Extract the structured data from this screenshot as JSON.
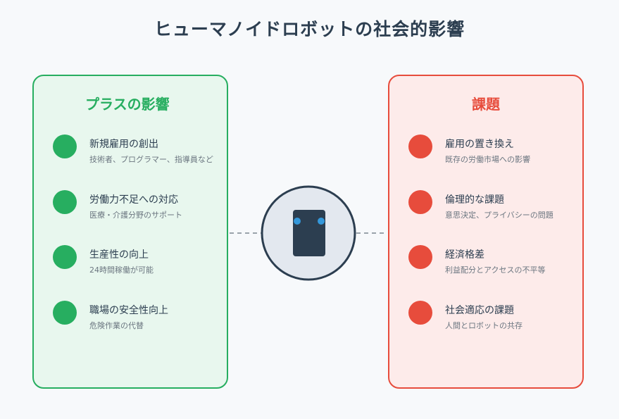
{
  "title": "ヒューマノイドロボットの社会的影響",
  "colors": {
    "positive": "#27ae60",
    "positive_bg": "#e8f7ee",
    "challenge": "#e74c3c",
    "challenge_bg": "#fdebea",
    "robot_body": "#2c3e50",
    "robot_eyes": "#3498db",
    "center_circle": "#e3e8ef"
  },
  "left_panel": {
    "title": "プラスの影響",
    "items": [
      {
        "title": "新規雇用の創出",
        "desc": "技術者、プログラマー、指導員など"
      },
      {
        "title": "労働力不足への対応",
        "desc": "医療・介護分野のサポート"
      },
      {
        "title": "生産性の向上",
        "desc": "24時間稼働が可能"
      },
      {
        "title": "職場の安全性向上",
        "desc": "危険作業の代替"
      }
    ]
  },
  "right_panel": {
    "title": "課題",
    "items": [
      {
        "title": "雇用の置き換え",
        "desc": "既存の労働市場への影響"
      },
      {
        "title": "倫理的な課題",
        "desc": "意思決定、プライバシーの問題"
      },
      {
        "title": "経済格差",
        "desc": "利益配分とアクセスの不平等"
      },
      {
        "title": "社会適応の課題",
        "desc": "人間とロボットの共存"
      }
    ]
  },
  "center": {
    "icon": "robot-icon"
  }
}
